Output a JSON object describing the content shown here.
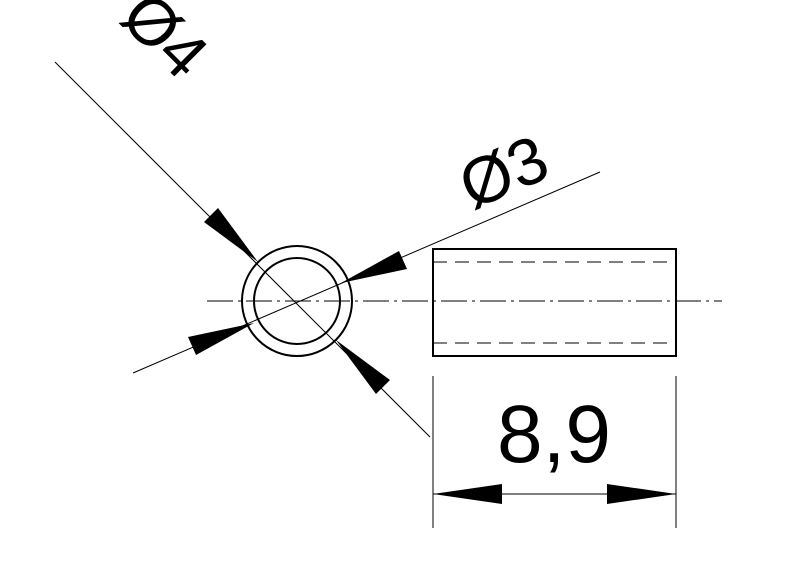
{
  "drawing": {
    "outer_diameter_label": "Ø4",
    "inner_diameter_label": "Ø3",
    "length_label": "8,9",
    "line_color": "#000000",
    "background_color": "#ffffff"
  }
}
